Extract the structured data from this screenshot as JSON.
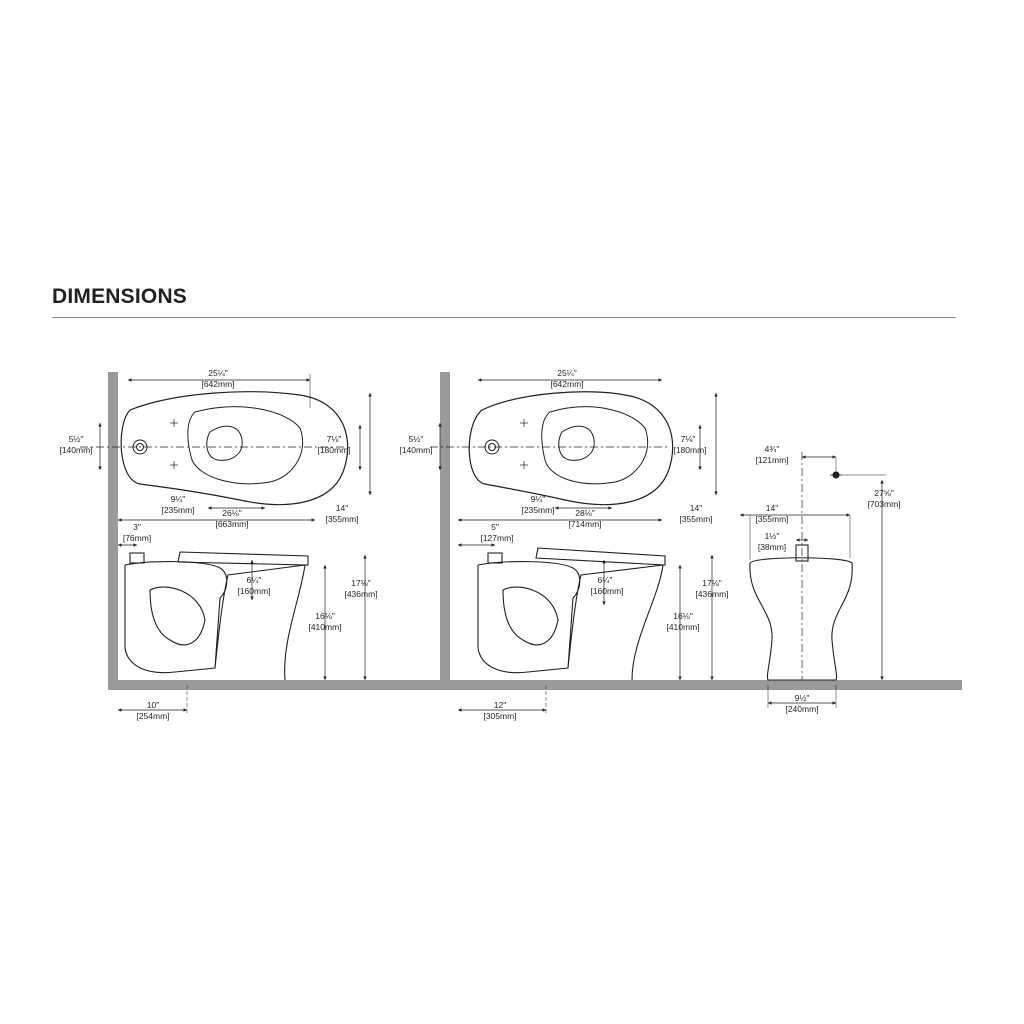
{
  "page": {
    "title": "DIMENSIONS"
  },
  "views": {
    "left_top": {
      "tank_width": {
        "in": "25¼\"",
        "mm": "[642mm]"
      },
      "bolt_spacing": {
        "in": "5½\"",
        "mm": "[140mm]"
      },
      "bowl_depth": {
        "in": "7⅛\"",
        "mm": "[180mm]"
      },
      "bowl_offset": {
        "in": "9¼\"",
        "mm": "[235mm]"
      },
      "overall_length": {
        "in": "26⅛\"",
        "mm": "[663mm]"
      },
      "bowl_width": {
        "in": "14\"",
        "mm": "[355mm]"
      }
    },
    "left_side": {
      "supply_offset": {
        "in": "3\"",
        "mm": "[76mm]"
      },
      "rim_drop": {
        "in": "6¼\"",
        "mm": "[160mm]"
      },
      "seat_height": {
        "in": "17⅛\"",
        "mm": "[436mm]"
      },
      "rim_height": {
        "in": "16⅛\"",
        "mm": "[410mm]"
      },
      "rough_in": {
        "in": "10\"",
        "mm": "[254mm]"
      }
    },
    "mid_top": {
      "tank_width": {
        "in": "25¼\"",
        "mm": "[642mm]"
      },
      "bolt_spacing": {
        "in": "5½\"",
        "mm": "[140mm]"
      },
      "bowl_depth": {
        "in": "7⅛\"",
        "mm": "[180mm]"
      },
      "bowl_offset": {
        "in": "9¼\"",
        "mm": "[235mm]"
      },
      "overall_length": {
        "in": "28⅛\"",
        "mm": "[714mm]"
      },
      "bowl_width": {
        "in": "14\"",
        "mm": "[355mm]"
      }
    },
    "mid_side": {
      "supply_offset": {
        "in": "5\"",
        "mm": "[127mm]"
      },
      "rim_drop": {
        "in": "6¼\"",
        "mm": "[160mm]"
      },
      "seat_height": {
        "in": "17⅛\"",
        "mm": "[436mm]"
      },
      "rim_height": {
        "in": "16⅛\"",
        "mm": "[410mm]"
      },
      "rough_in": {
        "in": "12\"",
        "mm": "[305mm]"
      }
    },
    "front": {
      "supply_offset": {
        "in": "4¾\"",
        "mm": "[121mm]"
      },
      "supply_height": {
        "in": "27⅝\"",
        "mm": "[703mm]"
      },
      "bowl_width": {
        "in": "14\"",
        "mm": "[355mm]"
      },
      "inlet": {
        "in": "1½\"",
        "mm": "[38mm]"
      },
      "base_width": {
        "in": "9½\"",
        "mm": "[240mm]"
      }
    }
  }
}
